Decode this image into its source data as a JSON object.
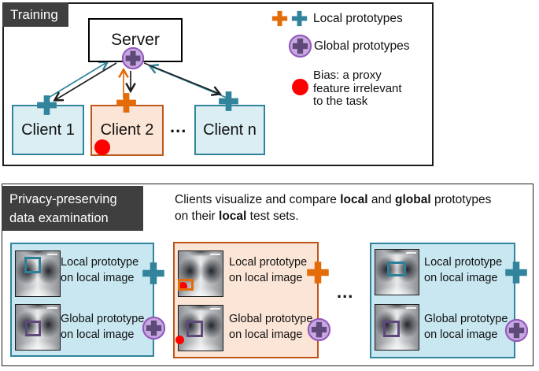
{
  "colors": {
    "teal": "#31849B",
    "orange": "#E36C09",
    "purple_dark": "#5F497A",
    "purple_light": "#C7A9DF",
    "purple_ring": "#9357BD",
    "red": "#FE0000",
    "header_gray": "#3F3F3F",
    "client_blue_fill": "#DAEEF3",
    "panel_blue_fill": "#C8E7F1",
    "orange_fill": "#FBE5D6"
  },
  "training": {
    "section_label": "Training",
    "server_label": "Server",
    "client1_label": "Client 1",
    "client2_label": "Client 2",
    "clientn_label": "Client n",
    "ellipsis": "...",
    "legend": {
      "local": "Local prototypes",
      "global": "Global prototypes",
      "bias_lines": [
        "Bias: a proxy",
        "feature irrelevant",
        "to the task"
      ]
    }
  },
  "examination": {
    "section_label_lines": [
      "Privacy-preserving",
      "data examination"
    ],
    "description_lines": [
      [
        {
          "text": "Clients visualize and compare ",
          "bold": false
        },
        {
          "text": "local",
          "bold": true
        },
        {
          "text": " and ",
          "bold": false
        },
        {
          "text": "global",
          "bold": true
        },
        {
          "text": " prototypes",
          "bold": false
        }
      ],
      [
        {
          "text": "on their ",
          "bold": false
        },
        {
          "text": "local",
          "bold": true
        },
        {
          "text": " test sets.",
          "bold": false
        }
      ]
    ],
    "ellipsis": "...",
    "row_labels": {
      "local_line1": "Local prototype",
      "local_line2": "on local image",
      "global_line1": "Global prototype",
      "global_line2": "on local image"
    }
  }
}
